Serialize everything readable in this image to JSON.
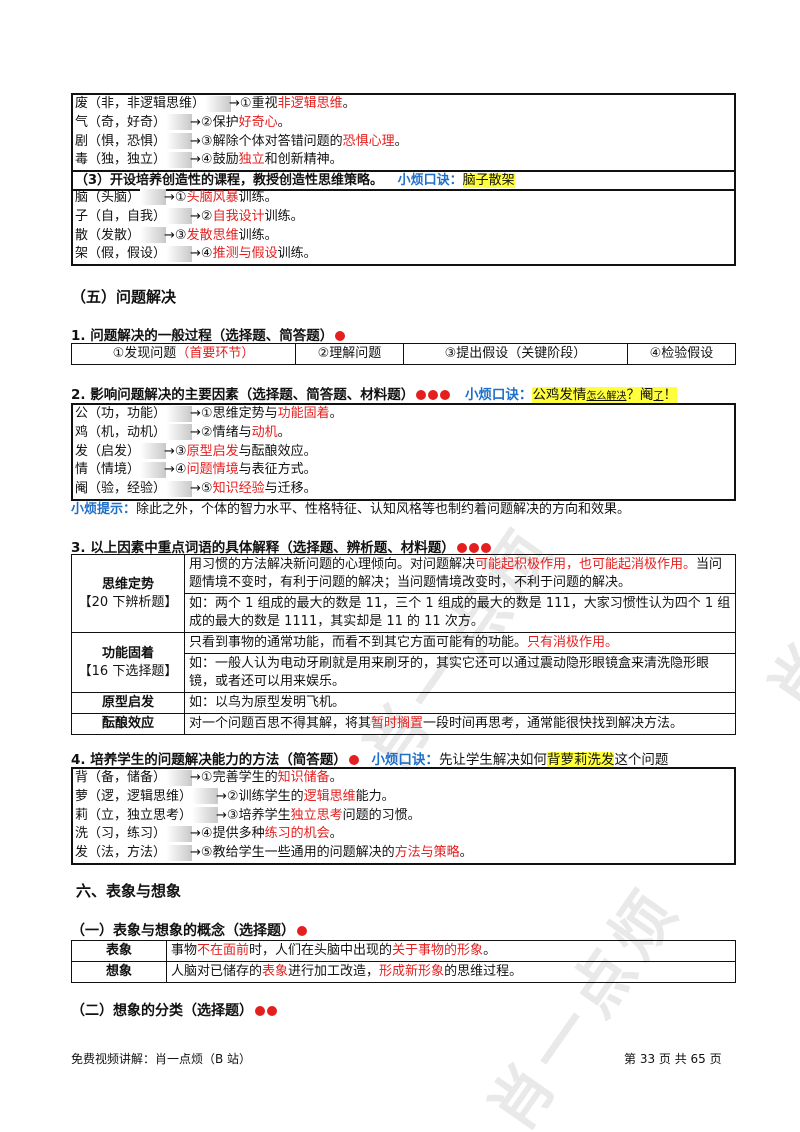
{
  "watermark": "肖一点烦",
  "box1": {
    "rows": [
      {
        "key": "废（非，非逻辑思维）",
        "num": "①",
        "pre": "重视",
        "em": "非逻辑思维",
        "post": "。"
      },
      {
        "key": "气（奇，好奇）",
        "num": "②",
        "pre": "保护",
        "em": "好奇心",
        "post": "。"
      },
      {
        "key": "剧（惧，恐惧）",
        "num": "③",
        "pre": "解除个体对答错问题的",
        "em": "恐惧心理",
        "post": "。"
      },
      {
        "key": "毒（独，独立）",
        "num": "④",
        "pre": "鼓励",
        "em": "独立",
        "post": "和创新精神。"
      }
    ],
    "header_title": "（3）开设培养创造性的课程，教授创造性思维策略。",
    "header_label": "小烦口诀：",
    "header_mnemonic": "脑子散架",
    "rows2": [
      {
        "key": "脑（头脑）",
        "num": "①",
        "pre": "",
        "em": "头脑风暴",
        "post": "训练。"
      },
      {
        "key": "子（自，自我）",
        "num": "②",
        "pre": "",
        "em": "自我设计",
        "post": "训练。"
      },
      {
        "key": "散（发散）",
        "num": "③",
        "pre": "",
        "em": "发散思维",
        "post": "训练。"
      },
      {
        "key": "架（假，假设）",
        "num": "④",
        "pre": "",
        "em": "推测与假设",
        "post": "训练。"
      }
    ]
  },
  "section5_title": "（五）问题解决",
  "s1": {
    "title": "1. 问题解决的一般过程（选择题、简答题）",
    "cells": [
      {
        "text": "①发现问题",
        "em": "（首要环节）"
      },
      {
        "text": "②理解问题",
        "em": ""
      },
      {
        "text": "③提出假设（关键阶段）",
        "em": ""
      },
      {
        "text": "④检验假设",
        "em": ""
      }
    ]
  },
  "s2": {
    "title": "2. 影响问题解决的主要因素（选择题、简答题、材料题）",
    "label": "小烦口诀：",
    "mnemonic_a": "公鸡发情",
    "mnemonic_b": "怎么解决",
    "mnemonic_c": "？阉",
    "mnemonic_d": "了",
    "mnemonic_e": "！",
    "rows": [
      {
        "key": "公（功，功能）",
        "num": "①",
        "pre": "思维定势与",
        "em": "功能固着",
        "post": "。"
      },
      {
        "key": "鸡（机，动机）",
        "num": "②",
        "pre": "情绪与",
        "em": "动机",
        "post": "。"
      },
      {
        "key": "发（启发）",
        "num": "③",
        "pre": "",
        "em": "原型启发",
        "post": "与酝酿效应。"
      },
      {
        "key": "情（情境）",
        "num": "④",
        "pre": "",
        "em": "问题情境",
        "post": "与表征方式。"
      },
      {
        "key": "阉（验，经验）",
        "num": "⑤",
        "pre": "",
        "em": "知识经验",
        "post": "与迁移。"
      }
    ],
    "tip_label": "小烦提示：",
    "tip_text": "除此之外，个体的智力水平、性格特征、认知风格等也制约着问题解决的方向和效果。"
  },
  "s3": {
    "title": "3. 以上因素中重点词语的具体解释（选择题、辨析题、材料题）",
    "r1_key": "思维定势",
    "r1_note": "【20 下辨析题】",
    "r1_a_pre": "用习惯的方法解决新问题的心理倾向。对问题解决",
    "r1_a_em": "可能起积极作用，也可能起消极作用。",
    "r1_a_post": "当问题情境不变时，有利于问题的解决；当问题情境改变时，不利于问题的解决。",
    "r1_b": "如：两个 1 组成的最大的数是 11，三个 1 组成的最大的数是 111，大家习惯性认为四个 1 组成的最大的数是 1111，其实却是 11 的 11 次方。",
    "r2_key": "功能固着",
    "r2_note": "【16 下选择题】",
    "r2_a_pre": "只看到事物的通常功能，而看不到其它方面可能有的功能。",
    "r2_a_em": "只有消极作用。",
    "r2_b": "如：一般人认为电动牙刷就是用来刷牙的，其实它还可以通过震动隐形眼镜盒来清洗隐形眼镜，或者还可以用来娱乐。",
    "r3_key": "原型启发",
    "r3_text": "如：以鸟为原型发明飞机。",
    "r4_key": "酝酿效应",
    "r4_pre": "对一个问题百思不得其解，将其",
    "r4_em": "暂时搁置",
    "r4_post": "一段时间再思考，通常能很快找到解决方法。"
  },
  "s4": {
    "title": "4. 培养学生的问题解决能力的方法（简答题）",
    "label": "小烦口诀：",
    "m_pre": "先让学生解决如何",
    "m_hl": "背萝莉洗发",
    "m_post": "这个问题",
    "rows": [
      {
        "key": "背（备，储备）",
        "num": "①",
        "pre": "完善学生的",
        "em": "知识储备",
        "post": "。"
      },
      {
        "key": "萝（逻，逻辑思维）",
        "num": "②",
        "pre": "训练学生的",
        "em": "逻辑思维",
        "post": "能力。"
      },
      {
        "key": "莉（立，独立思考）",
        "num": "③",
        "pre": "培养学生",
        "em": "独立思考",
        "post": "问题的习惯。"
      },
      {
        "key": "洗（习，练习）",
        "num": "④",
        "pre": "提供多种",
        "em": "练习的机会",
        "post": "。"
      },
      {
        "key": "发（法，方法）",
        "num": "⑤",
        "pre": "教给学生一些通用的问题解决的",
        "em": "方法与策略",
        "post": "。"
      }
    ]
  },
  "chapter6_title": "六、表象与想象",
  "s61": {
    "title": "（一）表象与想象的概念（选择题）",
    "r1_key": "表象",
    "r1_pre": "事物",
    "r1_em1": "不在面前",
    "r1_mid": "时，人们在头脑中出现的",
    "r1_em2": "关于事物的形象",
    "r1_post": "。",
    "r2_key": "想象",
    "r2_pre": "人脑对已储存的",
    "r2_em1": "表象",
    "r2_mid": "进行加工改造，",
    "r2_em2": "形成新形象",
    "r2_post": "的思维过程。"
  },
  "s62": {
    "title": "（二）想象的分类（选择题）"
  },
  "footer": {
    "left": "免费视频讲解：肖一点烦（B 站）",
    "right": "第 33 页 共 65 页"
  },
  "colors": {
    "emphasis": "#e41f1f",
    "label": "#1f6fc9",
    "highlight": "#ffff3c"
  }
}
